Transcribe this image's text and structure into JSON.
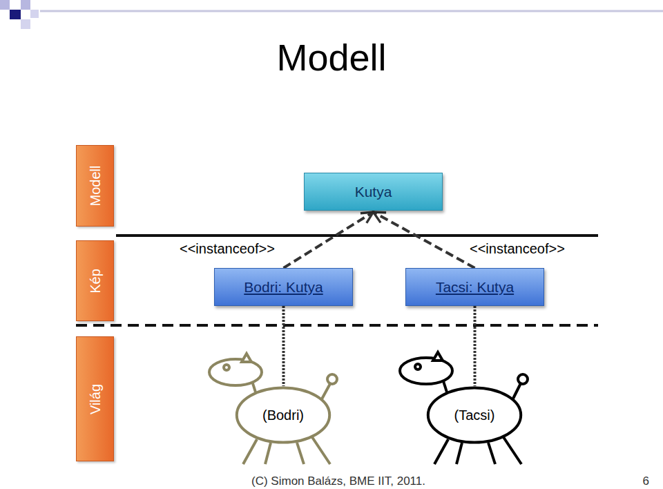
{
  "diagram": {
    "title": "Modell",
    "nodes": [
      {
        "text": [
          "Modell"
        ]
      },
      {
        "text": [
          "Kutya"
        ]
      },
      {
        "text": [
          "Kép"
        ]
      },
      {
        "text": [
          "Bodri: Kutya"
        ]
      },
      {
        "text": [
          "Tacsi: Kutya"
        ]
      },
      {
        "text": [
          "Világ"
        ]
      },
      {
        "text": [
          "(Bodri)"
        ]
      },
      {
        "text": [
          "(Tacsi)"
        ]
      }
    ],
    "edges": [
      {
        "from": 3,
        "to": 1,
        "arrow": "to",
        "label": "<<instanceof>>"
      },
      {
        "from": 4,
        "to": 1,
        "arrow": "to",
        "label": "<<instanceof>>"
      },
      {
        "from": 3,
        "to": 6,
        "arrow": "none"
      },
      {
        "from": 4,
        "to": 7,
        "arrow": "none"
      }
    ],
    "labels": [
      "(C) Simon Balázs, BME IIT, 2011.",
      "6"
    ]
  }
}
